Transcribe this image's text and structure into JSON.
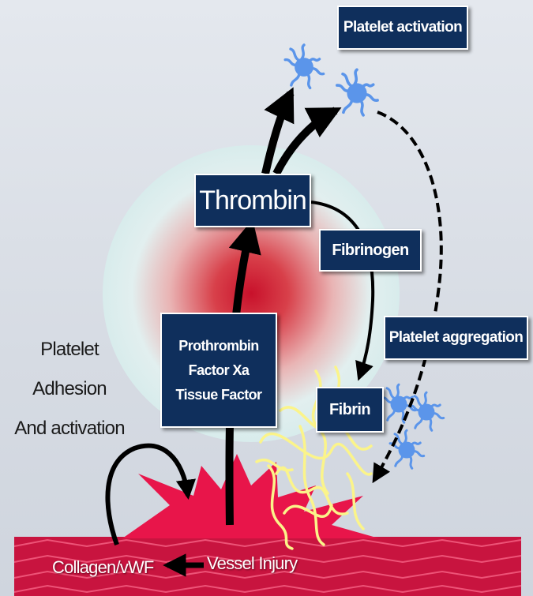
{
  "diagram": {
    "platelet_activation": "Platelet activation",
    "thrombin": "Thrombin",
    "fibrinogen": "Fibrinogen",
    "platelet_aggregation": "Platelet aggregation",
    "prothrombin_lines": [
      "Prothrombin",
      "Factor Xa",
      "Tissue Factor"
    ],
    "fibrin": "Fibrin",
    "platelet_adhesion_lines": [
      "Platelet",
      "Adhesion",
      "And activation"
    ],
    "collagen_vwf": "Collagen/vWF",
    "vessel_injury": "Vessel Injury"
  },
  "colors": {
    "box_fill": "#0f2f5c",
    "arrow": "#000000",
    "platelet": "#5b95ea",
    "fibrin_strand": "#fbf48a",
    "vessel": "#c8143f",
    "injury_burst": "#e8154a"
  }
}
